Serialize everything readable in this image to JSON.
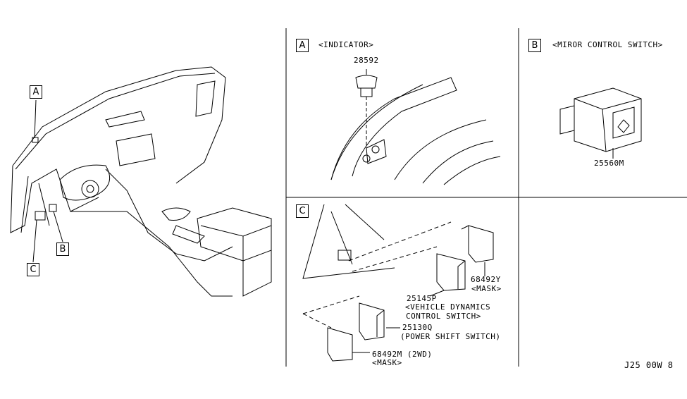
{
  "overview": {
    "callouts": [
      "A",
      "B",
      "C"
    ]
  },
  "panel_a": {
    "letter": "A",
    "title": "<INDICATOR>",
    "part": "28592"
  },
  "panel_b": {
    "letter": "B",
    "title": "<MIROR CONTROL SWITCH>",
    "part": "25560M"
  },
  "panel_c": {
    "letter": "C",
    "parts": [
      {
        "number": "68492Y",
        "desc": "<MASK>"
      },
      {
        "number": "25145P",
        "desc1": "<VEHICLE DYNAMICS",
        "desc2": "CONTROL SWITCH>"
      },
      {
        "number": "25130Q",
        "desc": "(POWER SHIFT SWITCH)"
      },
      {
        "number": "68492M (2WD)",
        "desc": "<MASK>"
      }
    ]
  },
  "diagram_code": "J25 00W 8"
}
